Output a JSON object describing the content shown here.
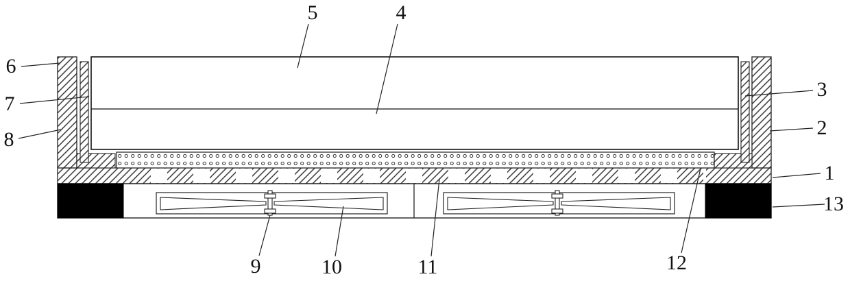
{
  "diagram": {
    "description": "Cross-section technical drawing with numbered callouts",
    "callouts": [
      {
        "number": "1"
      },
      {
        "number": "2"
      },
      {
        "number": "3"
      },
      {
        "number": "4"
      },
      {
        "number": "5"
      },
      {
        "number": "6"
      },
      {
        "number": "7"
      },
      {
        "number": "8"
      },
      {
        "number": "9"
      },
      {
        "number": "10"
      },
      {
        "number": "11"
      },
      {
        "number": "12"
      },
      {
        "number": "13"
      }
    ]
  },
  "colors": {
    "line": "#222222",
    "solid_fill": "#000000",
    "background": "#ffffff"
  }
}
